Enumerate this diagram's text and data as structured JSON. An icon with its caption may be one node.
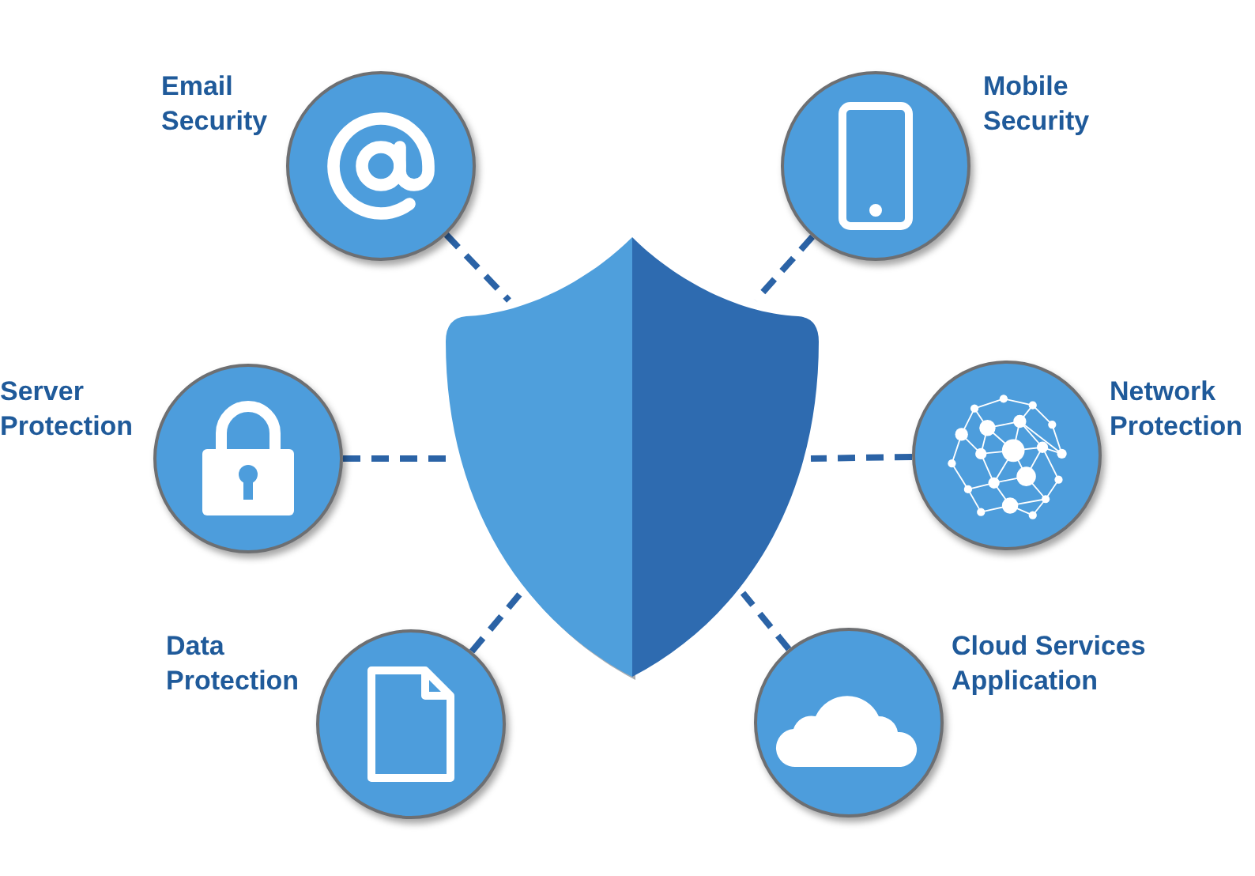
{
  "diagram": {
    "nodes": [
      {
        "text": [],
        "shape": "shield"
      },
      {
        "text": [
          "Email Security"
        ]
      },
      {
        "text": [
          "Mobile Security"
        ]
      },
      {
        "text": [
          "Server Protection"
        ]
      },
      {
        "text": [
          "Network Protection"
        ]
      },
      {
        "text": [
          "Data Protection"
        ]
      },
      {
        "text": [
          "Cloud Services Application"
        ]
      }
    ],
    "edges": [
      {
        "from": 1,
        "to": 0,
        "arrow": "none",
        "style": "dashed"
      },
      {
        "from": 2,
        "to": 0,
        "arrow": "none",
        "style": "dashed"
      },
      {
        "from": 3,
        "to": 0,
        "arrow": "none",
        "style": "dashed"
      },
      {
        "from": 4,
        "to": 0,
        "arrow": "none",
        "style": "dashed"
      },
      {
        "from": 5,
        "to": 0,
        "arrow": "none",
        "style": "dashed"
      },
      {
        "from": 6,
        "to": 0,
        "arrow": "none",
        "style": "dashed"
      }
    ]
  }
}
